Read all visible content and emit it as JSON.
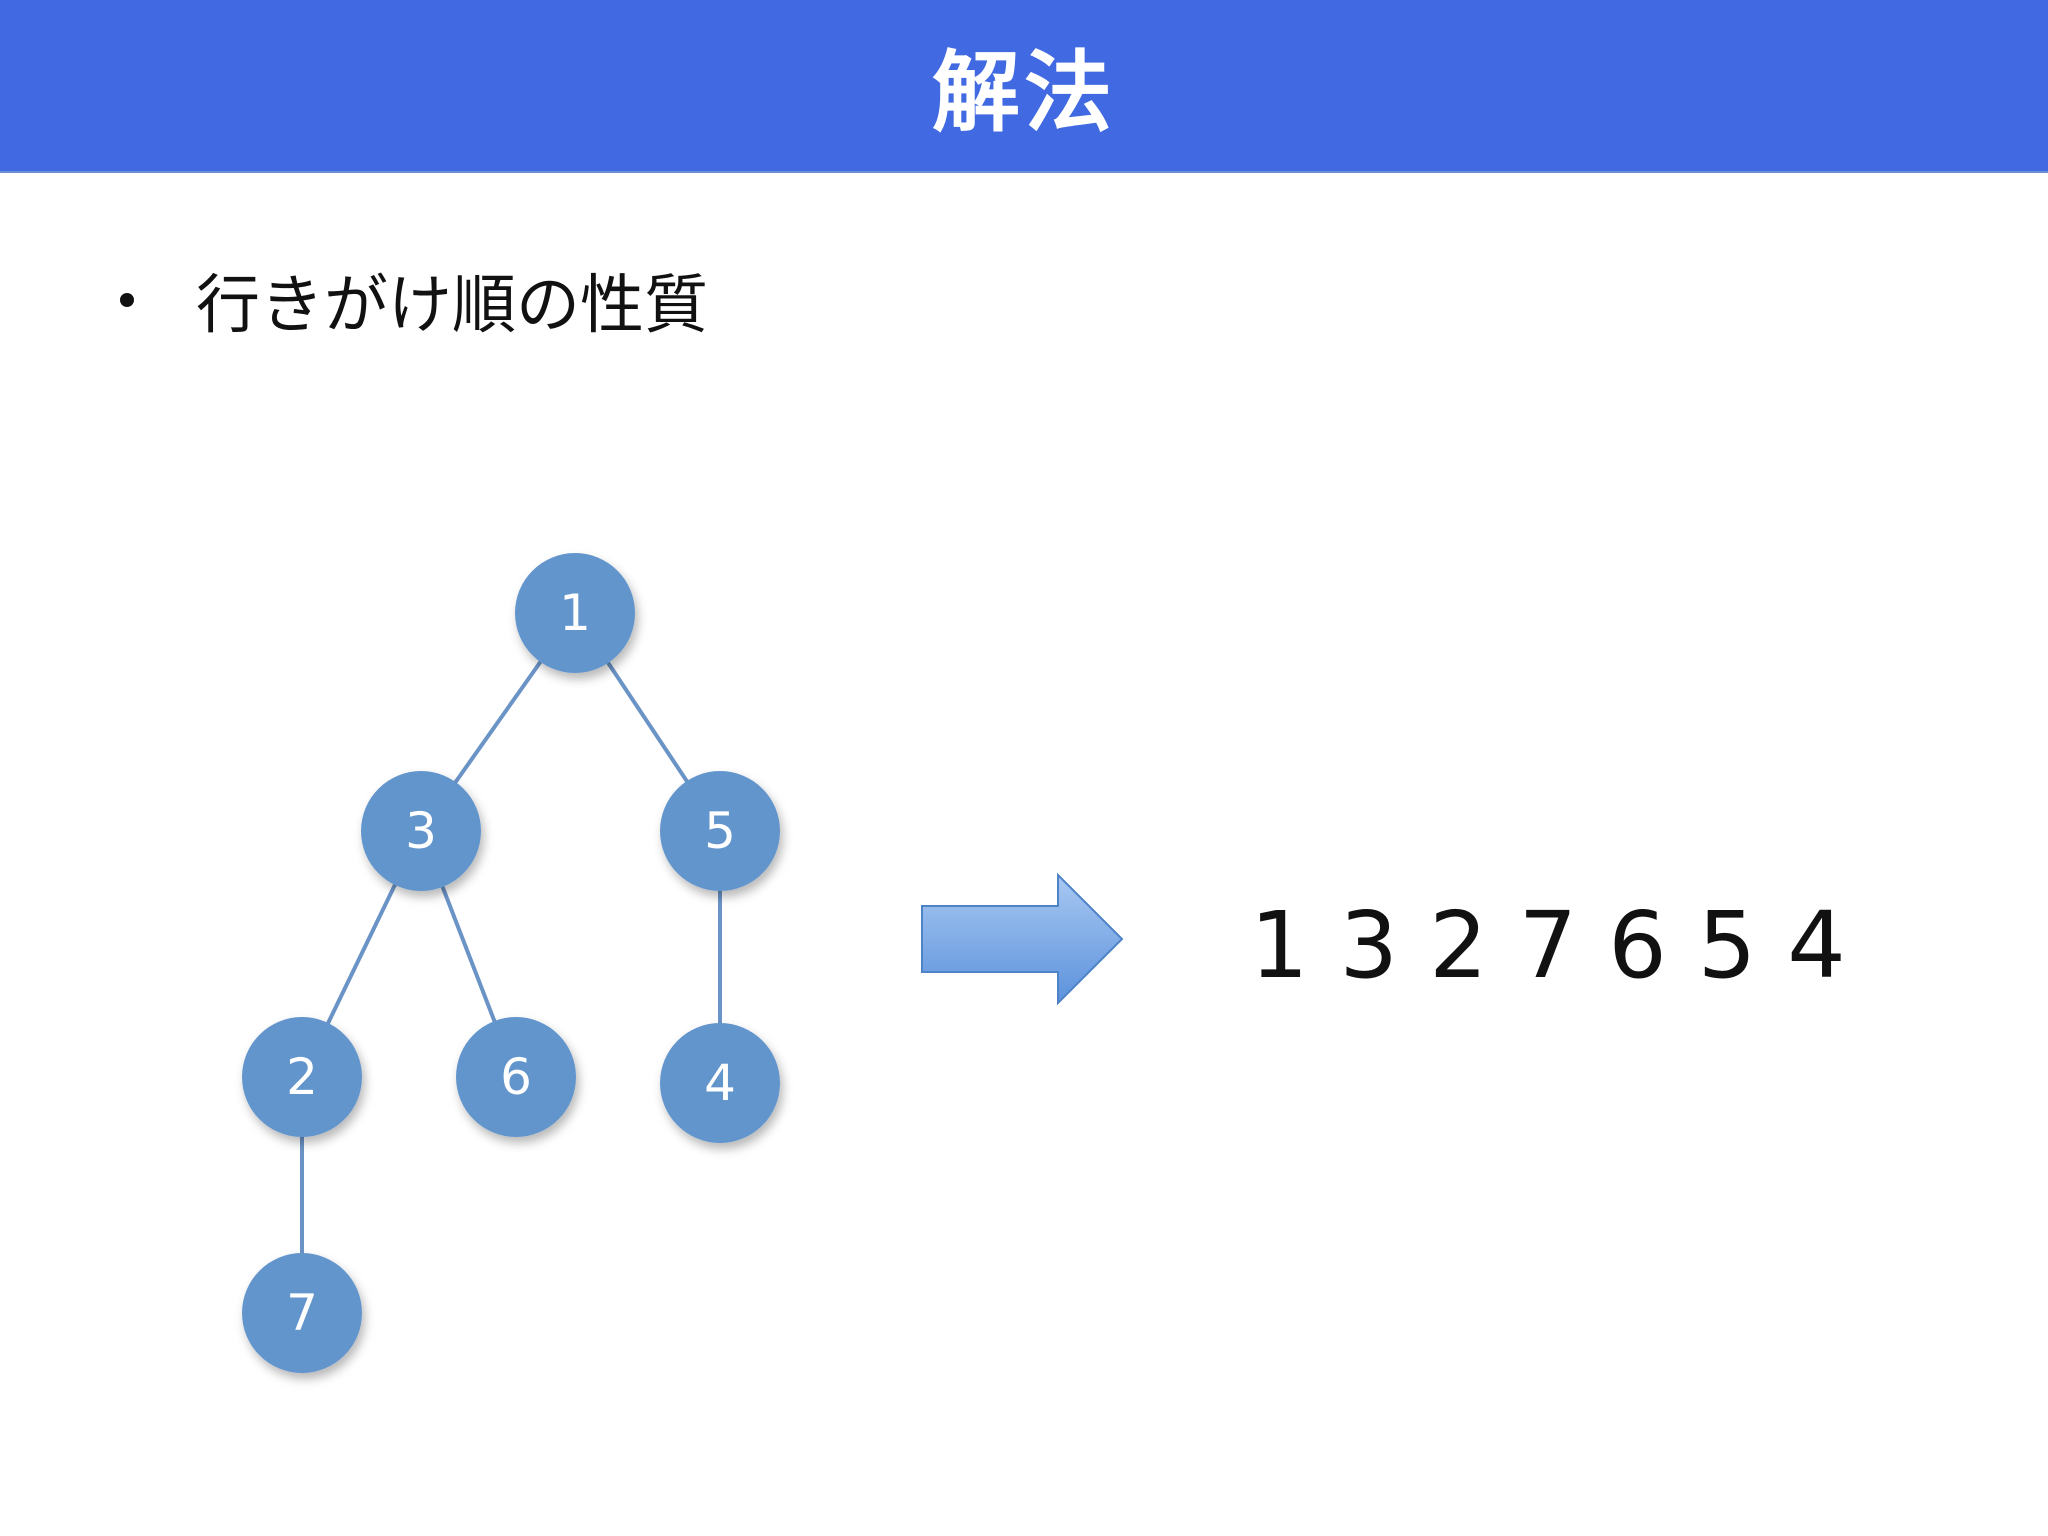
{
  "slide": {
    "title": "解法",
    "bullet": "行きがけ順の性質"
  },
  "tree": {
    "nodes": [
      {
        "id": "1",
        "label": "1"
      },
      {
        "id": "3",
        "label": "3"
      },
      {
        "id": "5",
        "label": "5"
      },
      {
        "id": "2",
        "label": "2"
      },
      {
        "id": "6",
        "label": "6"
      },
      {
        "id": "4",
        "label": "4"
      },
      {
        "id": "7",
        "label": "7"
      }
    ],
    "edges": [
      [
        "1",
        "3"
      ],
      [
        "1",
        "5"
      ],
      [
        "3",
        "2"
      ],
      [
        "3",
        "6"
      ],
      [
        "5",
        "4"
      ],
      [
        "2",
        "7"
      ]
    ]
  },
  "preorder_sequence": [
    "1",
    "3",
    "2",
    "7",
    "6",
    "5",
    "4"
  ],
  "colors": {
    "header": "#4169E1",
    "node_fill": "#6495CD",
    "edge": "#6A93C6",
    "arrow_light": "#A8C8F2",
    "arrow_dark": "#5C92DC"
  }
}
